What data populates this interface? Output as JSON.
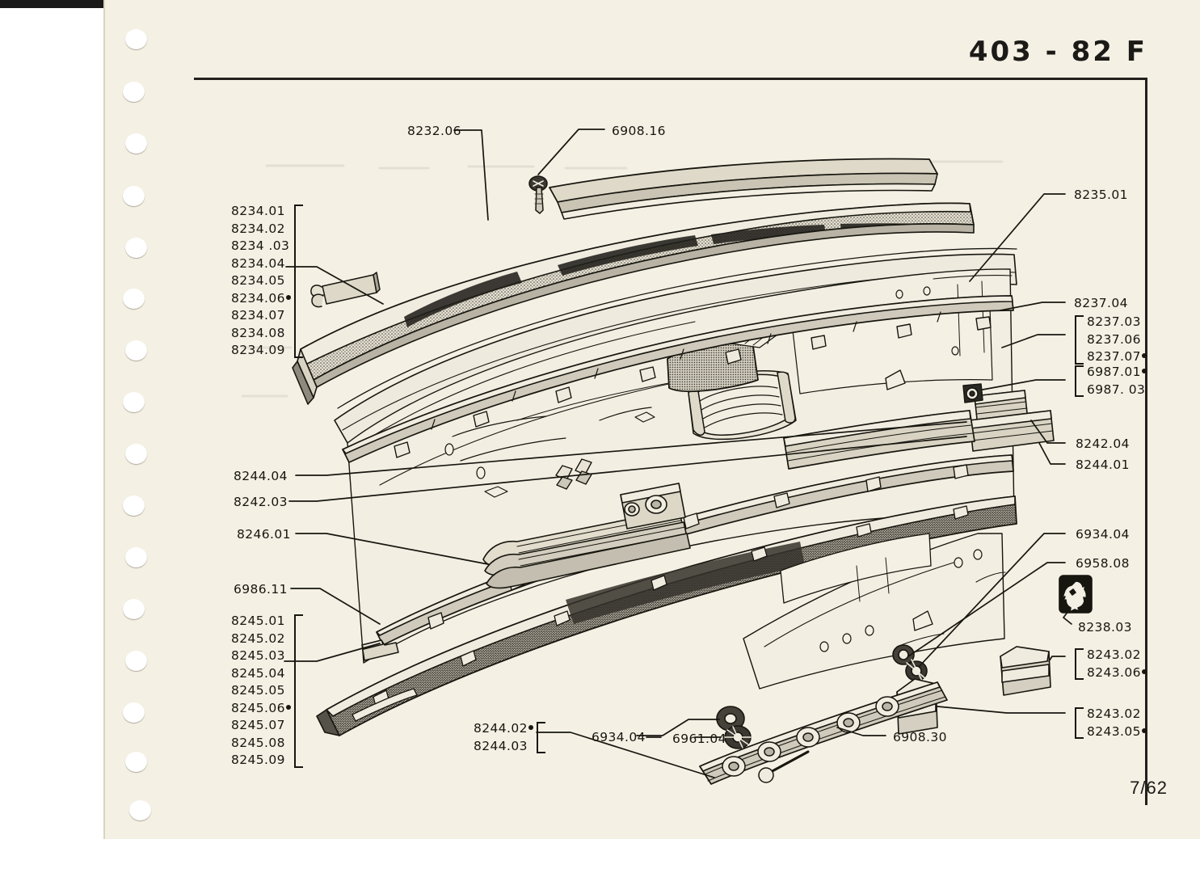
{
  "document": {
    "title": "403 - 82 F",
    "page_number": "7/62"
  },
  "labels": {
    "top_left_moulding": "8232.06",
    "screw": "6908.16",
    "windscreen_surround": "8235.01",
    "scuttle_trim": "8237.04",
    "clip_8244_04": "8244.04",
    "clip_8242_03": "8242.03",
    "clip_8246_01": "8246.01",
    "seal_6986_11": "6986.11",
    "trim_8242_04": "8242.04",
    "trim_8244_01": "8244.01",
    "grommet_6934_04": "6934.04",
    "grommet_6958_08": "6958.08",
    "lion_emblem": "8238.03",
    "washer_6934_04": "6934.04",
    "washer_6961_04": "6961.04",
    "rail_6908_30": "6908.30"
  },
  "groups": {
    "upper_left_8234": {
      "items": [
        {
          "num": "8234.01",
          "bullet": false
        },
        {
          "num": "8234.02",
          "bullet": false
        },
        {
          "num": "8234 .03",
          "bullet": false
        },
        {
          "num": "8234.04",
          "bullet": false
        },
        {
          "num": "8234.05",
          "bullet": false
        },
        {
          "num": "8234.06",
          "bullet": true
        },
        {
          "num": "8234.07",
          "bullet": false
        },
        {
          "num": "8234.08",
          "bullet": false
        },
        {
          "num": "8234.09",
          "bullet": false
        }
      ]
    },
    "lower_left_8245": {
      "items": [
        {
          "num": "8245.01",
          "bullet": false
        },
        {
          "num": "8245.02",
          "bullet": false
        },
        {
          "num": "8245.03",
          "bullet": false
        },
        {
          "num": "8245.04",
          "bullet": false
        },
        {
          "num": "8245.05",
          "bullet": false
        },
        {
          "num": "8245.06",
          "bullet": true
        },
        {
          "num": "8245.07",
          "bullet": false
        },
        {
          "num": "8245.08",
          "bullet": false
        },
        {
          "num": "8245.09",
          "bullet": false
        }
      ]
    },
    "right_8237": {
      "items": [
        {
          "num": "8237.03",
          "bullet": false
        },
        {
          "num": "8237.06",
          "bullet": false
        },
        {
          "num": "8237.07",
          "bullet": true
        }
      ]
    },
    "right_6987": {
      "items": [
        {
          "num": "6987.01",
          "bullet": true
        },
        {
          "num": "6987. 03",
          "bullet": false
        }
      ]
    },
    "right_8243_upper": {
      "items": [
        {
          "num": "8243.02",
          "bullet": false
        },
        {
          "num": "8243.06",
          "bullet": true
        }
      ]
    },
    "right_8243_lower": {
      "items": [
        {
          "num": "8243.02",
          "bullet": false
        },
        {
          "num": "8243.05",
          "bullet": true
        }
      ]
    },
    "bottom_8244": {
      "items": [
        {
          "num": "8244.02",
          "bullet": true
        },
        {
          "num": "8244.03",
          "bullet": false
        }
      ]
    }
  },
  "colors": {
    "paper": "#f4f0e4",
    "ink": "#17160f",
    "rule": "#23211d"
  }
}
